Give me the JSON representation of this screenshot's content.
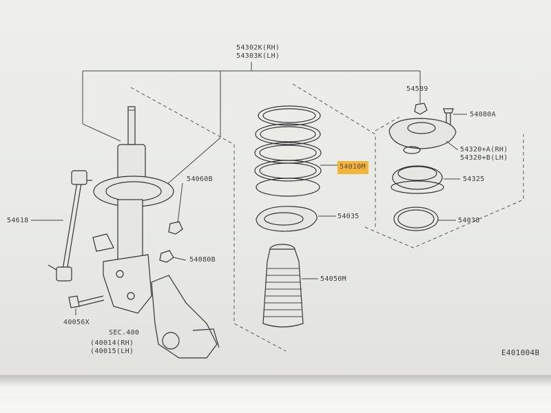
{
  "diagram": {
    "callouts": {
      "strut_rh": "54302K(RH)",
      "strut_lh": "54303K(LH)",
      "nut_top": "54589",
      "bolt_top": "54080A",
      "mount_rh": "54320+A(RH)",
      "mount_lh": "54320+B(LH)",
      "spring": "54010M",
      "bearing": "54325",
      "seat": "54035",
      "ring": "54038",
      "bumper": "54050M",
      "bracket": "54060B",
      "nut_mid": "54080B",
      "stabilizer": "54618",
      "bolt_low": "40056X",
      "sec": "SEC.400",
      "knuckle_rh": "(40014(RH)",
      "knuckle_lh": "(40015(LH)"
    },
    "figure_id": "E401004B",
    "highlight_color": "#f2b43a"
  }
}
